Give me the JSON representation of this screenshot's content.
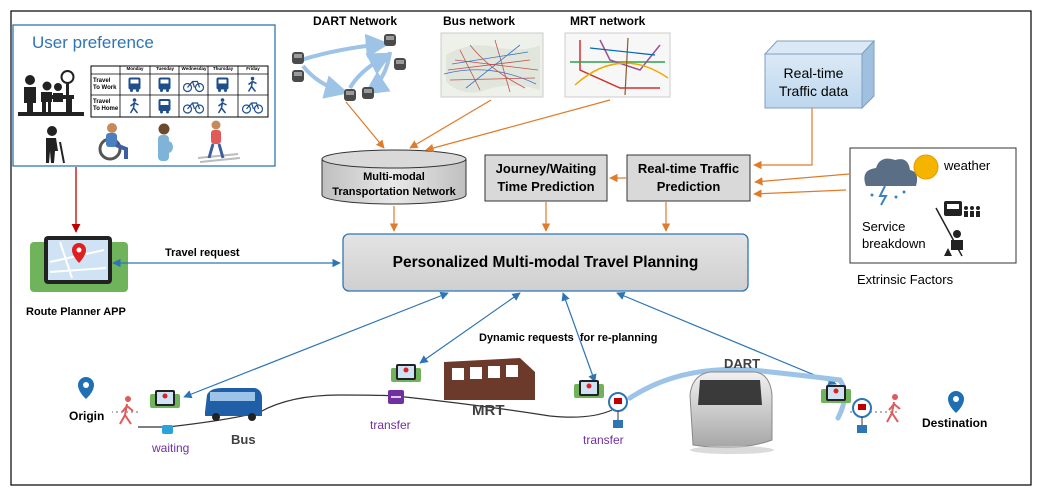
{
  "user_preference": {
    "title": "User preference",
    "table": {
      "days": [
        "Monday",
        "Tuesday",
        "Wednesday",
        "Thursday",
        "Friday"
      ],
      "rows": [
        {
          "label_line1": "Travel",
          "label_line2": "To Work",
          "icons": [
            "bus-icon",
            "bus-icon",
            "bicycle-icon",
            "bus-icon",
            "walk-icon"
          ]
        },
        {
          "label_line1": "Travel",
          "label_line2": "To Home",
          "icons": [
            "walk-icon",
            "bus-icon",
            "bicycle-icon",
            "walk-icon",
            "bicycle-icon"
          ]
        }
      ]
    }
  },
  "networks": {
    "dart": "DART Network",
    "bus": "Bus network",
    "mrt": "MRT network"
  },
  "realtime_traffic_data": {
    "line1": "Real-time",
    "line2": "Traffic data"
  },
  "multimodal_network": {
    "line1": "Multi-modal",
    "line2": "Transportation Network"
  },
  "journey_prediction": {
    "line1": "Journey/Waiting",
    "line2": "Time Prediction"
  },
  "traffic_prediction": {
    "line1": "Real-time Traffic",
    "line2": "Prediction"
  },
  "extrinsic": {
    "weather": "weather",
    "service_line1": "Service",
    "service_line2": "breakdown",
    "title": "Extrinsic Factors"
  },
  "planner": {
    "title": "Personalized Multi-modal Travel Planning"
  },
  "travel_request": "Travel request",
  "route_planner_app": "Route Planner APP",
  "dynamic_requests": "Dynamic requests  for re-planning",
  "journey": {
    "origin": "Origin",
    "destination": "Destination",
    "waiting": "waiting",
    "bus": "Bus",
    "transfer_1": "transfer",
    "mrt": "MRT",
    "transfer_2": "transfer",
    "dart": "DART"
  },
  "colors": {
    "orange_arrow": "#e07b2a",
    "blue_arrow": "#2e75b6",
    "dark_red_arrow": "#c00000",
    "box_fill": "#d9d9d9",
    "prefs_border": "#2e75b6",
    "purple_text": "#7030a0",
    "pin_blue": "#1f6fb5"
  }
}
